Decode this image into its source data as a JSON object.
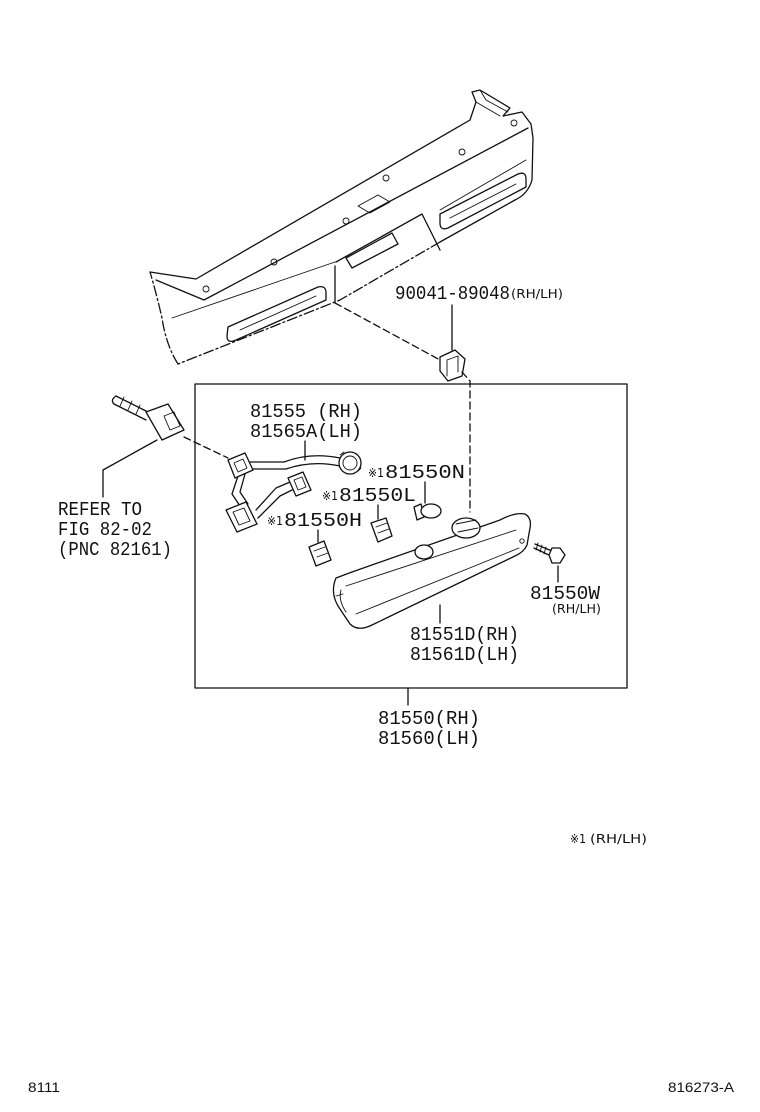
{
  "callouts": {
    "clip": {
      "part_no": "90041-89048",
      "side": "(RH/LH)"
    },
    "wire_harness": {
      "part_no_rh": "81555 (RH)",
      "part_no_lh": "81565A(LH)"
    },
    "bulb_n": {
      "mark": "※1",
      "part_no": "81550N"
    },
    "bulb_l": {
      "mark": "※1",
      "part_no": "81550L"
    },
    "bulb_h": {
      "mark": "※1",
      "part_no": "81550H"
    },
    "reference": {
      "line1": "REFER TO",
      "line2": "FIG 82-02",
      "line3": "(PNC 82161)"
    },
    "screw": {
      "part_no": "81550W",
      "side": "(RH/LH)"
    },
    "lens": {
      "part_no_rh": "81551D(RH)",
      "part_no_lh": "81561D(LH)"
    },
    "lamp_assy": {
      "part_no_rh": "81550(RH)",
      "part_no_lh": "81560(LH)"
    }
  },
  "note": {
    "mark": "※1",
    "text": "(RH/LH)"
  },
  "footer": {
    "page_code": "8111",
    "figure_id": "816273-A"
  },
  "colors": {
    "ink": "#111111",
    "background": "#ffffff"
  }
}
